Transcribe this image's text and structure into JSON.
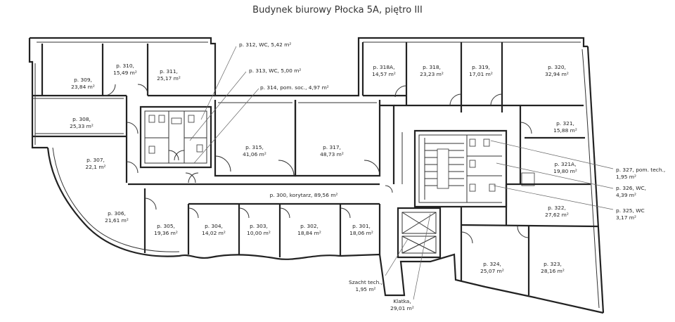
{
  "title": "Budynek biurowy Płocka 5A, piętro III",
  "rooms": [
    {
      "id": "309",
      "line1": "p. 309,",
      "line2": "23,84 m²"
    },
    {
      "id": "310",
      "line1": "p. 310,",
      "line2": "15,49 m²"
    },
    {
      "id": "311",
      "line1": "p. 311,",
      "line2": "25,17 m²"
    },
    {
      "id": "308",
      "line1": "p. 308,",
      "line2": "25,33 m²"
    },
    {
      "id": "307",
      "line1": "p. 307,",
      "line2": "22,1 m²"
    },
    {
      "id": "315",
      "line1": "p. 315,",
      "line2": "41,06 m²"
    },
    {
      "id": "317",
      "line1": "p. 317,",
      "line2": "48,73 m²"
    },
    {
      "id": "318a",
      "line1": "p. 318A,",
      "line2": "14,57 m²"
    },
    {
      "id": "318",
      "line1": "p. 318,",
      "line2": "23,23 m²"
    },
    {
      "id": "319",
      "line1": "p. 319,",
      "line2": "17,01 m²"
    },
    {
      "id": "320",
      "line1": "p. 320,",
      "line2": "32,94 m²"
    },
    {
      "id": "321",
      "line1": "p. 321,",
      "line2": "15,88 m²"
    },
    {
      "id": "321a",
      "line1": "p. 321A,",
      "line2": "19,80 m²"
    },
    {
      "id": "322",
      "line1": "p. 322,",
      "line2": "27,62 m²"
    },
    {
      "id": "324",
      "line1": "p. 324,",
      "line2": "25,07 m²"
    },
    {
      "id": "323",
      "line1": "p. 323,",
      "line2": "28,16 m²"
    },
    {
      "id": "306",
      "line1": "p. 306,",
      "line2": "21,61 m²"
    },
    {
      "id": "305",
      "line1": "p. 305,",
      "line2": "19,36 m²"
    },
    {
      "id": "304",
      "line1": "p. 304,",
      "line2": "14,02 m²"
    },
    {
      "id": "303",
      "line1": "p. 303,",
      "line2": "10,00 m²"
    },
    {
      "id": "302",
      "line1": "p. 302,",
      "line2": "18,84 m²"
    },
    {
      "id": "301",
      "line1": "p. 301,",
      "line2": "18,06 m²"
    }
  ],
  "corridor": "p. 300, korytarz, 89,56 m²",
  "callouts": {
    "c312": "p. 312, WC, 5,42 m²",
    "c313": "p. 313, WC, 5,00 m²",
    "c314": "p. 314, pom. soc., 4,97 m²",
    "c327a": "p. 327, pom. tech.,",
    "c327b": "1,95 m²",
    "c326a": "p. 326, WC,",
    "c326b": "4,39 m²",
    "c325a": "p. 325, WC",
    "c325b": "3,17 m²",
    "shaft_a": "Szacht tech.,",
    "shaft_b": "1,95 m²",
    "stair_a": "Klatka,",
    "stair_b": "29,01 m²"
  }
}
